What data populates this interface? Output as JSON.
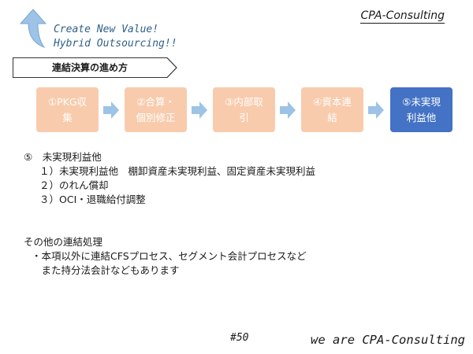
{
  "header": {
    "brand": "CPA-Consulting",
    "tagline_line1": "Create New Value!",
    "tagline_line2": "Hybrid Outsourcing!!",
    "logo_icon": "up-arrow-icon",
    "accent_color": "#8db4e2",
    "tagline_color": "#2e5f8a"
  },
  "section": {
    "title": "連結決算の進め方"
  },
  "steps": [
    {
      "line1": "①PKG収",
      "line2": "集"
    },
    {
      "line1": "②合算・",
      "line2": "個別修正"
    },
    {
      "line1": "③内部取",
      "line2": "引"
    },
    {
      "line1": "④資本連",
      "line2": "結"
    },
    {
      "line1": "⑤未実現",
      "line2": "利益他"
    }
  ],
  "step_colors": {
    "inactive": "#f8cbad",
    "active": "#4472c4",
    "arrow": "#9dc3e6"
  },
  "content": {
    "heading": "⑤　未実現利益他",
    "item1": "１）未実現利益他　棚卸資産未実現利益、固定資産未実現利益",
    "item2": "２）のれん償却",
    "item3": "３）OCI・退職給付調整"
  },
  "other": {
    "heading": "その他の連結処理",
    "line1": "・本項以外に連結CFSプロセス、セグメント会計プロセスなど",
    "line2": "　また持分法会計などもあります"
  },
  "footer": {
    "page_number": "#50",
    "brand": "we are CPA-Consulting"
  }
}
